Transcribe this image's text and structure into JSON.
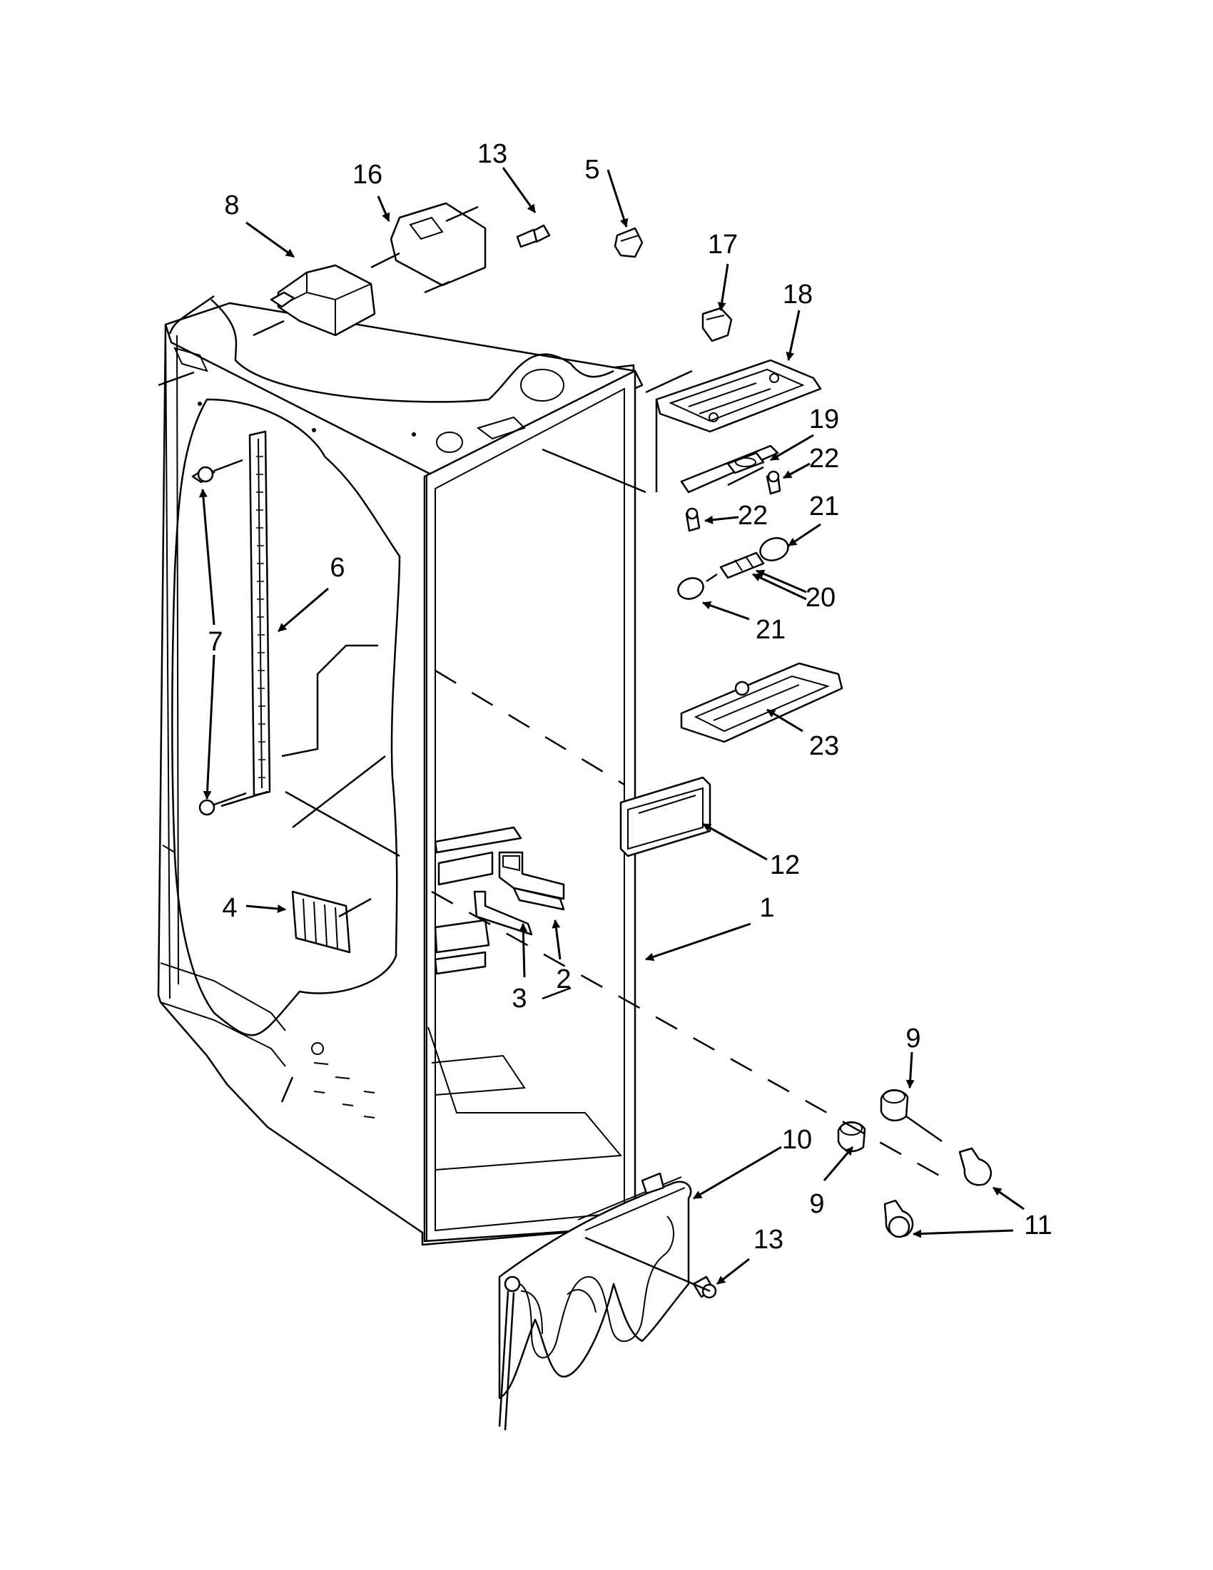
{
  "callouts": {
    "c1": "1",
    "c2": "2",
    "c3": "3",
    "c4": "4",
    "c5": "5",
    "c6": "6",
    "c7": "7",
    "c8": "8",
    "c9a": "9",
    "c9b": "9",
    "c10": "10",
    "c11": "11",
    "c12": "12",
    "c13a": "13",
    "c13b": "13",
    "c16": "16",
    "c17": "17",
    "c18": "18",
    "c19": "19",
    "c20": "20",
    "c21a": "21",
    "c21b": "21",
    "c22a": "22",
    "c22b": "22",
    "c23": "23"
  }
}
